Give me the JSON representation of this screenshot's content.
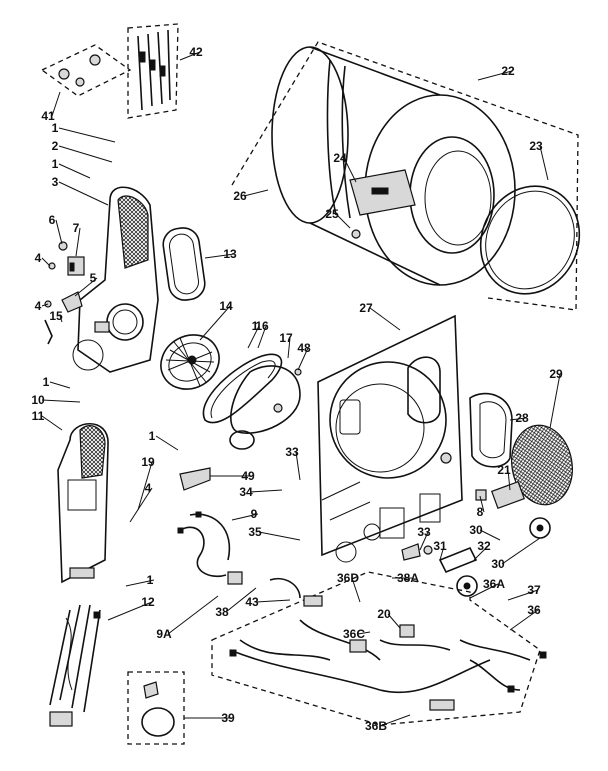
{
  "diagram": {
    "title": "",
    "callouts": [
      {
        "id": "c42",
        "text": "42"
      },
      {
        "id": "c22",
        "text": "22"
      },
      {
        "id": "c41",
        "text": "41"
      },
      {
        "id": "c1a",
        "text": "1"
      },
      {
        "id": "c2",
        "text": "2"
      },
      {
        "id": "c1b",
        "text": "1"
      },
      {
        "id": "c3",
        "text": "3"
      },
      {
        "id": "c24",
        "text": "24"
      },
      {
        "id": "c23",
        "text": "23"
      },
      {
        "id": "c26",
        "text": "26"
      },
      {
        "id": "c25",
        "text": "25"
      },
      {
        "id": "c6",
        "text": "6"
      },
      {
        "id": "c7",
        "text": "7"
      },
      {
        "id": "c13",
        "text": "13"
      },
      {
        "id": "c4a",
        "text": "4"
      },
      {
        "id": "c5",
        "text": "5"
      },
      {
        "id": "c4b",
        "text": "4"
      },
      {
        "id": "c15",
        "text": "15"
      },
      {
        "id": "c14",
        "text": "14"
      },
      {
        "id": "c27",
        "text": "27"
      },
      {
        "id": "c1c",
        "text": "1"
      },
      {
        "id": "c16",
        "text": "16"
      },
      {
        "id": "c17",
        "text": "17"
      },
      {
        "id": "c48",
        "text": "48"
      },
      {
        "id": "c29",
        "text": "29"
      },
      {
        "id": "c1d",
        "text": "1"
      },
      {
        "id": "c10",
        "text": "10"
      },
      {
        "id": "c11",
        "text": "11"
      },
      {
        "id": "c28",
        "text": "28"
      },
      {
        "id": "c1e",
        "text": "1"
      },
      {
        "id": "c33a",
        "text": "33"
      },
      {
        "id": "c49",
        "text": "49"
      },
      {
        "id": "c21",
        "text": "21"
      },
      {
        "id": "c19",
        "text": "19"
      },
      {
        "id": "c4c",
        "text": "4"
      },
      {
        "id": "c34",
        "text": "34"
      },
      {
        "id": "c8",
        "text": "8"
      },
      {
        "id": "c9",
        "text": "9"
      },
      {
        "id": "c30a",
        "text": "30"
      },
      {
        "id": "c35",
        "text": "35"
      },
      {
        "id": "c33b",
        "text": "33"
      },
      {
        "id": "c31",
        "text": "31"
      },
      {
        "id": "c32",
        "text": "32"
      },
      {
        "id": "c30b",
        "text": "30"
      },
      {
        "id": "c1f",
        "text": "1"
      },
      {
        "id": "c36d",
        "text": "36D"
      },
      {
        "id": "c38a",
        "text": "38A"
      },
      {
        "id": "c36a",
        "text": "36A"
      },
      {
        "id": "c37",
        "text": "37"
      },
      {
        "id": "c12",
        "text": "12"
      },
      {
        "id": "c38",
        "text": "38"
      },
      {
        "id": "c43",
        "text": "43"
      },
      {
        "id": "c20",
        "text": "20"
      },
      {
        "id": "c36",
        "text": "36"
      },
      {
        "id": "c36c",
        "text": "36C"
      },
      {
        "id": "c9a",
        "text": "9A"
      },
      {
        "id": "c39",
        "text": "39"
      },
      {
        "id": "c36b",
        "text": "36B"
      }
    ]
  }
}
